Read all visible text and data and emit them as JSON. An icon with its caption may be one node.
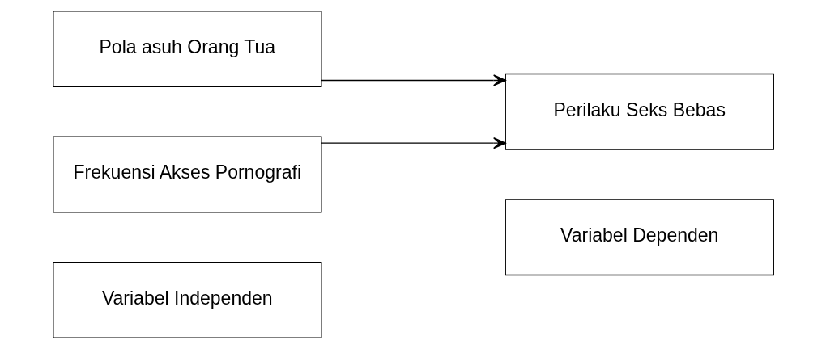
{
  "diagram": {
    "nodes": [
      {
        "text": [
          "Variabel Independen"
        ]
      },
      {
        "text": [
          "Variabel Dependen"
        ]
      },
      {
        "text": [
          "Pola asuh Orang Tua"
        ]
      },
      {
        "text": [
          "Frekuensi Akses Pornografi"
        ]
      },
      {
        "text": [
          "Perilaku Seks Bebas"
        ]
      }
    ],
    "edges": [
      {
        "from": 2,
        "to": 4,
        "arrow": "to"
      },
      {
        "from": 3,
        "to": 4,
        "arrow": "to"
      }
    ]
  }
}
